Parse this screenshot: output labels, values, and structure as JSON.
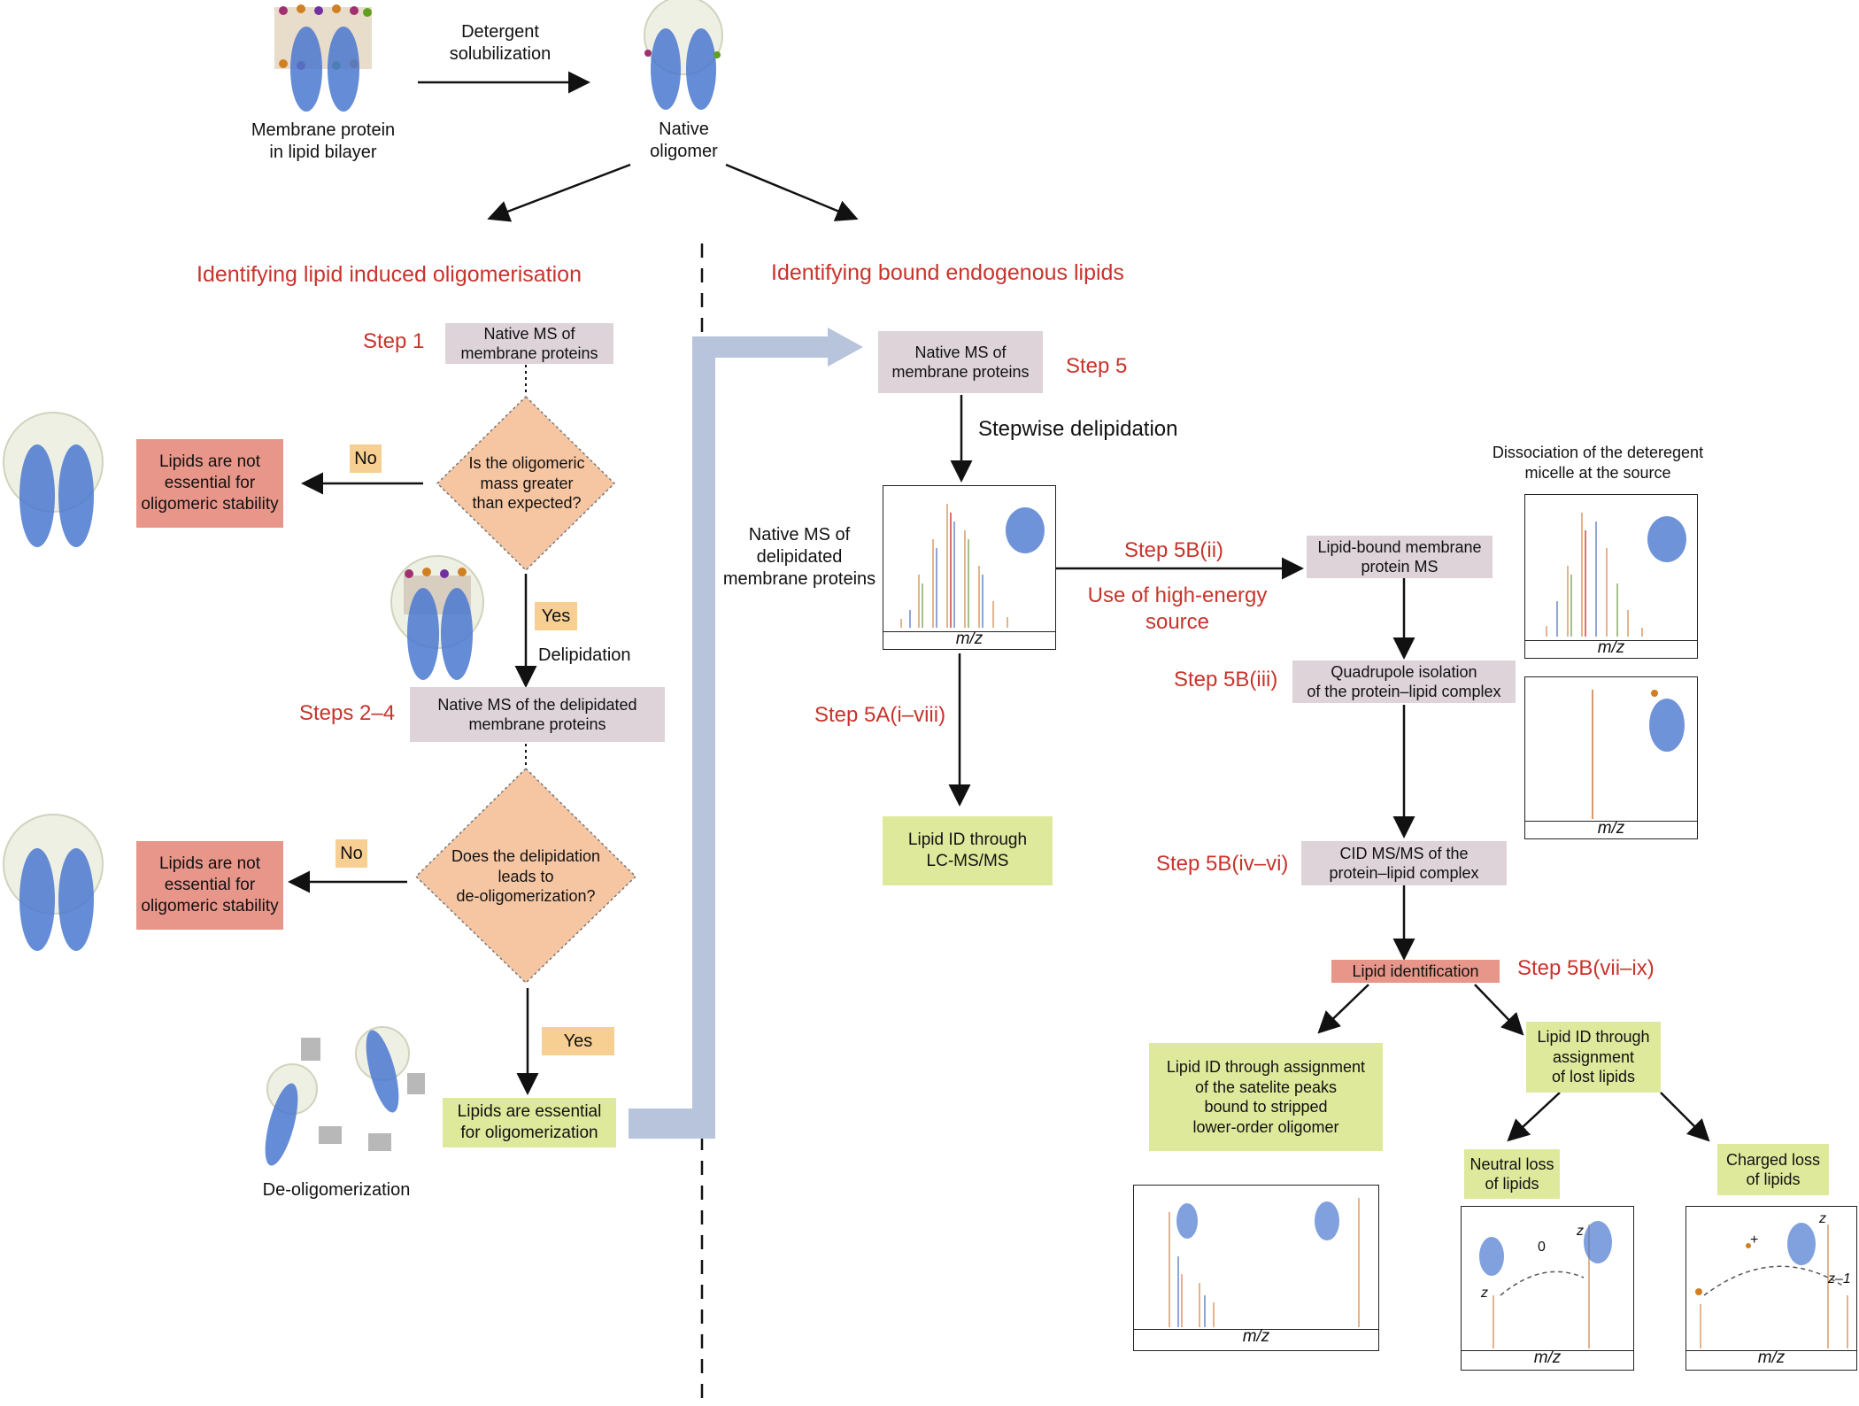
{
  "top": {
    "detergent_solubilization": "Detergent\nsolubilization",
    "membrane_protein_label": "Membrane protein\nin lipid bilayer",
    "native_oligomer_label": "Native\noligomer"
  },
  "left": {
    "heading": "Identifying lipid induced oligomerisation",
    "step1_label": "Step 1",
    "step1_box": "Native MS of\nmembrane proteins",
    "q1": "Is the oligomeric\nmass greater\nthan expected?",
    "no1": "No",
    "no1_result": "Lipids are not\nessential for\noligomeric stability",
    "yes1": "Yes",
    "delipidation": "Delipidation",
    "steps24_label": "Steps 2–4",
    "steps24_box": "Native MS of the delipidated\nmembrane proteins",
    "q2": "Does the delipidation\nleads to\nde-oligomerization?",
    "no2": "No",
    "no2_result": "Lipids are not\nessential for\noligomeric stability",
    "yes2": "Yes",
    "yes2_result": "Lipids are essential\nfor oligomerization",
    "deolig": "De-oligomerization"
  },
  "right": {
    "heading": "Identifying bound endogenous lipids",
    "step5_box": "Native MS of\nmembrane proteins",
    "step5_label": "Step 5",
    "stepwise": "Stepwise delipidation",
    "native_delip": "Native MS of\ndelipidated\nmembrane proteins",
    "mz": "m/z",
    "step5bii": "Step 5B(ii)",
    "high_energy": "Use of high-energy\nsource",
    "lipid_bound_box": "Lipid-bound membrane\nprotein MS",
    "dissociation": "Dissociation of the deteregent\nmicelle at the source",
    "step5biii": "Step 5B(iii)",
    "quad_box": "Quadrupole isolation\nof the protein–lipid complex",
    "step5a": "Step 5A(i–viii)",
    "lcms_box": "Lipid ID through\nLC-MS/MS",
    "step5biv": "Step 5B(iv–vi)",
    "cid_box": "CID MS/MS of the\nprotein–lipid complex",
    "lipid_id_box": "Lipid identification",
    "step5bvii": "Step 5B(vii–ix)",
    "satellite_box": "Lipid ID through assignment\nof the satelite peaks\nbound to stripped\nlower-order oligomer",
    "lost_box": "Lipid ID through\nassignment\nof lost lipids",
    "neutral_box": "Neutral loss\nof lipids",
    "charged_box": "Charged loss\nof lipids",
    "z": "z",
    "zero": "0",
    "plus": "+",
    "zminus1": "z–1"
  }
}
